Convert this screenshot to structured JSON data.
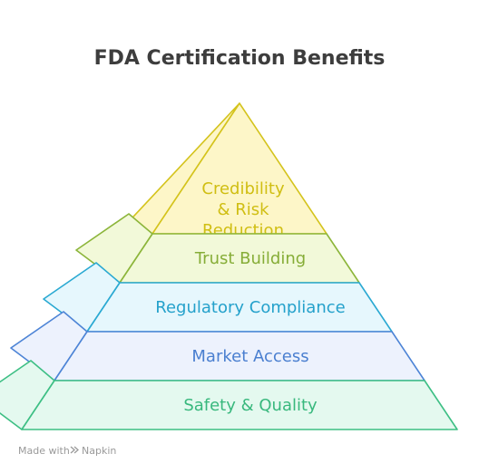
{
  "title": "FDA Certification Benefits",
  "tiers": [
    {
      "lines": [
        "Credibility",
        "& Risk",
        "Reduction"
      ],
      "stroke": "#d4c31c",
      "fill": "#fdf6c8",
      "text_color": "#d0be12"
    },
    {
      "lines": [
        "Trust Building"
      ],
      "stroke": "#8cb53a",
      "fill": "#f2f9d9",
      "text_color": "#86ad37"
    },
    {
      "lines": [
        "Regulatory Compliance"
      ],
      "stroke": "#2aa9d2",
      "fill": "#e6f7fd",
      "text_color": "#24a1cb"
    },
    {
      "lines": [
        "Market Access"
      ],
      "stroke": "#4d84d6",
      "fill": "#edf2fd",
      "text_color": "#4a7fd0"
    },
    {
      "lines": [
        "Safety & Quality"
      ],
      "stroke": "#3dbf84",
      "fill": "#e4f9ef",
      "text_color": "#38b87d"
    }
  ],
  "footer": {
    "made_with": "Made with",
    "brand": "Napkin",
    "brand_icon": "napkin-logo-icon"
  }
}
